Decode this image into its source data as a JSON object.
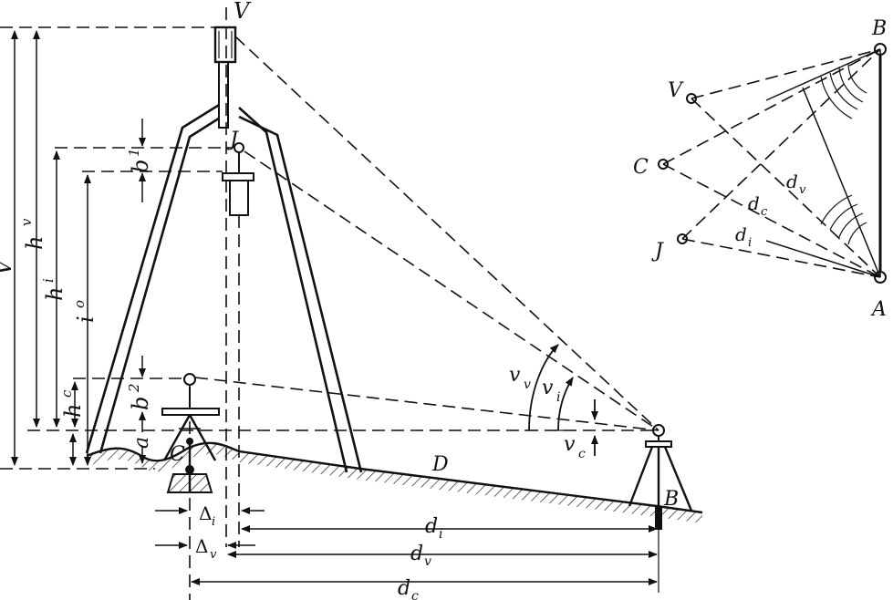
{
  "labels": {
    "V_top": "V",
    "V_left": "V",
    "h_v": "h",
    "h_v_sub": "v",
    "h_i": "h",
    "h_i_sub": "i",
    "i_o": "i",
    "i_o_sub": "o",
    "h_c": "h",
    "h_c_sub": "c",
    "b1": "b",
    "b1_sub": "1",
    "b2": "b",
    "b2_sub": "2",
    "a": "a",
    "J_main": "J",
    "C_main": "C",
    "D": "D",
    "B_main": "B",
    "v_v": "v",
    "v_v_sub": "v",
    "v_i": "v",
    "v_i_sub": "i",
    "v_c": "v",
    "v_c_sub": "c",
    "delta_i": "Δ",
    "delta_i_sub": "i",
    "delta_v": "Δ",
    "delta_v_sub": "v",
    "d_i": "d",
    "d_i_sub": "i",
    "d_v": "d",
    "d_v_sub": "v",
    "d_c": "d",
    "d_c_sub": "c",
    "inset_B": "B",
    "inset_A": "A",
    "inset_V": "V",
    "inset_C": "C",
    "inset_J": "J",
    "inset_dv": "d",
    "inset_dv_sub": "v",
    "inset_dc": "d",
    "inset_dc_sub": "c",
    "inset_di": "d",
    "inset_di_sub": "i"
  }
}
